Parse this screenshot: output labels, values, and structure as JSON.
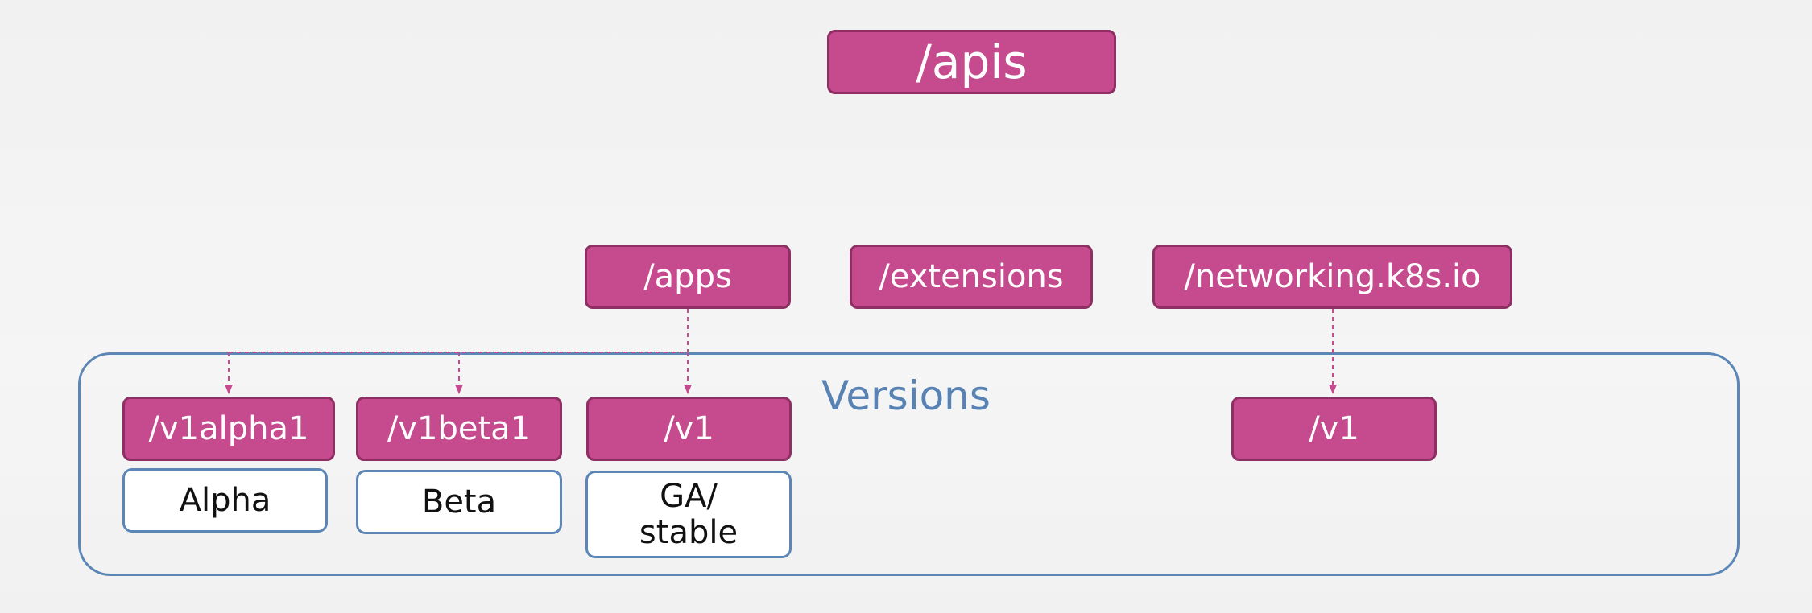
{
  "root": {
    "label": "/apis"
  },
  "groups": {
    "apps": "/apps",
    "extensions": "/extensions",
    "networking": "/networking.k8s.io"
  },
  "versions_title": "Versions",
  "versions": {
    "v1alpha1": "/v1alpha1",
    "v1beta1": "/v1beta1",
    "v1_apps": "/v1",
    "v1_networking": "/v1"
  },
  "stages": {
    "alpha": "Alpha",
    "beta": "Beta",
    "ga_line1": "GA/",
    "ga_line2": "stable"
  },
  "colors": {
    "node_fill": "#c54a8e",
    "node_border": "#8e2f63",
    "frame_border": "#5b86b5",
    "connector": "#c54a8e"
  }
}
